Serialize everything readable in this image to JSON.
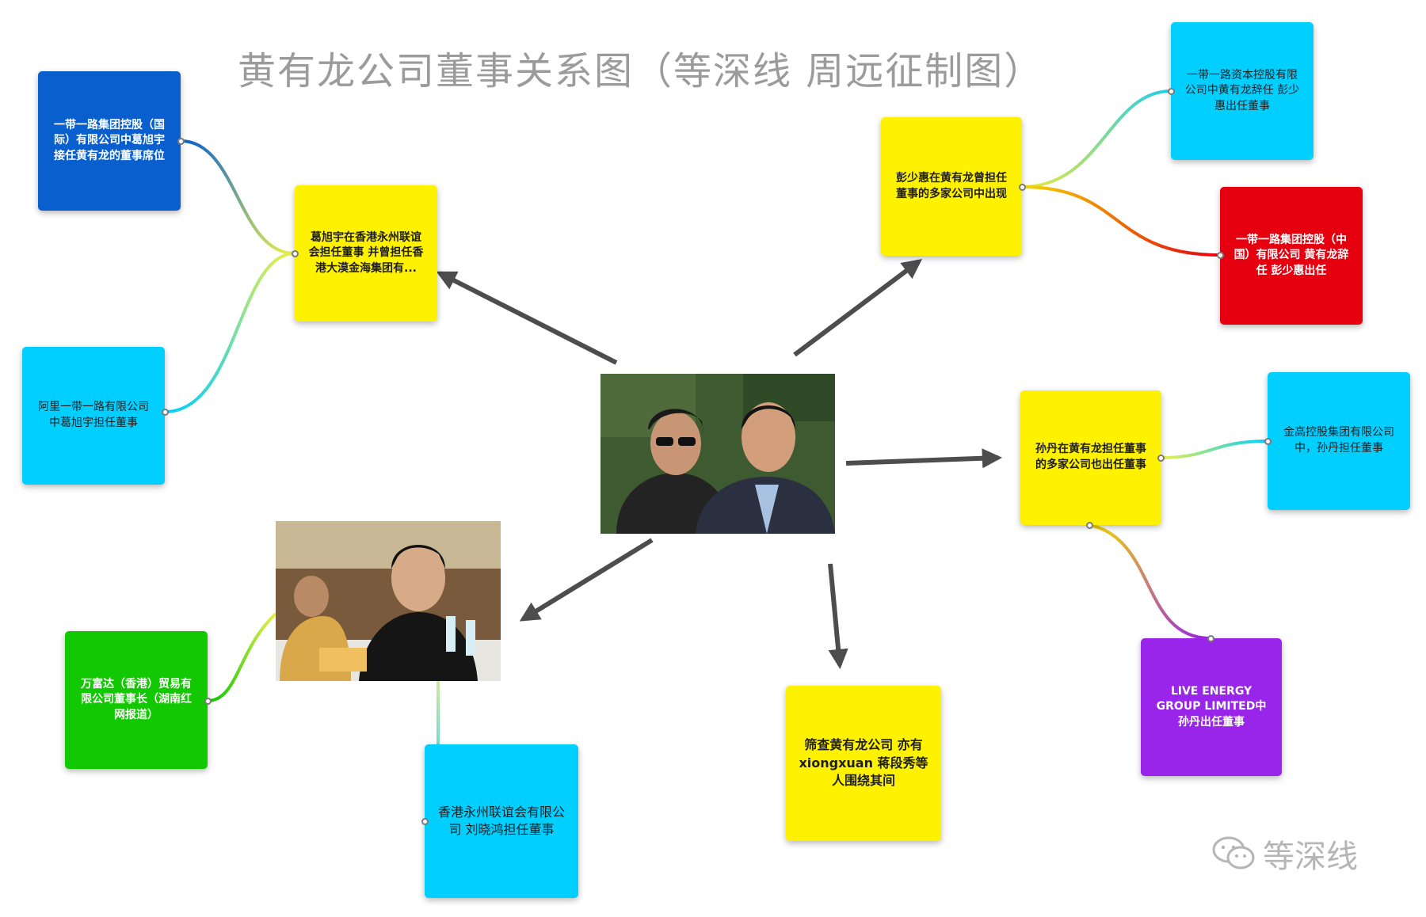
{
  "title": "黄有龙公司董事关系图（等深线  周远征制图）",
  "nodes": {
    "ge_xuyu": "葛旭宇在香港永州联谊会担任董事 并曾担任香港大漠金海集团有...",
    "peng_shaohui": "彭少惠在黄有龙曾担任董事的多家公司中出现",
    "sun_dan": "孙丹在黄有龙担任董事的多家公司也出任董事",
    "screening": "筛查黄有龙公司 亦有xiongxuan 蒋段秀等人围绕其间",
    "ydyl_intl": "一带一路集团控股（国际）有限公司中葛旭宇接任黄有龙的董事席位",
    "alibaba_ydyl": "阿里一带一路有限公司中葛旭宇担任董事",
    "ydyl_capital": "一带一路资本控股有限公司中黄有龙辞任 彭少惠出任董事",
    "ydyl_china": "一带一路集团控股（中国）有限公司 黄有龙辞任 彭少惠出任",
    "jingao": "金高控股集团有限公司中，孙丹担任董事",
    "live_energy": "LIVE ENERGY GROUP LIMITED中孙丹出任董事",
    "wanfuda": "万富达（香港）贸易有限公司董事长（湖南红网报道）",
    "hk_yongzhou": "香港永州联谊会有限公司 刘晓鸿担任董事"
  },
  "watermark": "等深线",
  "colors": {
    "yellow": "#fff200",
    "cyan": "#00cfff",
    "blue": "#0a5fcf",
    "red": "#e6000f",
    "green": "#12c800",
    "purple": "#9a25ea",
    "arrow": "#4d4d4d"
  }
}
